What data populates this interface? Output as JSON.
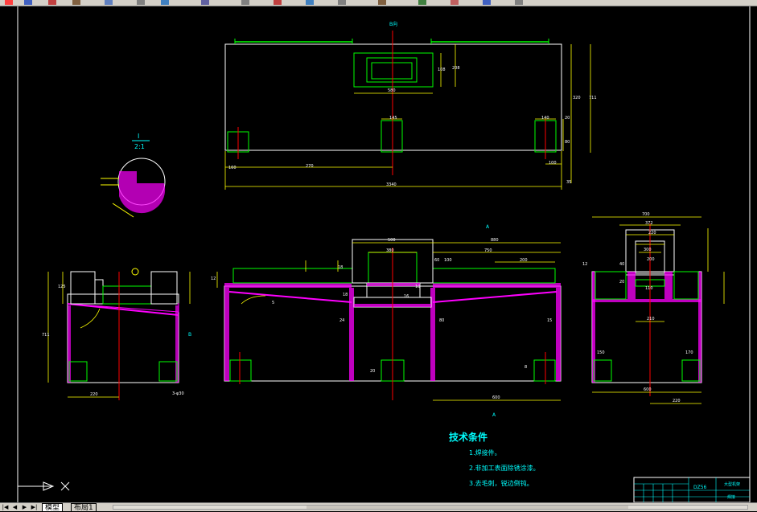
{
  "colors": {
    "background": "#000000",
    "outline": "#ffffff",
    "dimension": "#ffff00",
    "centerline": "#ff0000",
    "feature": "#00ff00",
    "hatch": "#ff00ff",
    "annotation": "#00ffff"
  },
  "views": {
    "top_view_label": "B向",
    "section_view_label": "A",
    "section_view_arrow_label": "A",
    "detail_label": "I",
    "detail_scale": "2:1",
    "left_side_label": "B"
  },
  "dimensions": {
    "top_view": [
      "580",
      "108",
      "208",
      "145",
      "140",
      "20",
      "320",
      "711",
      "80",
      "100",
      "270",
      "3340",
      "35",
      "160"
    ],
    "section_view": [
      "500",
      "380",
      "880",
      "750",
      "200",
      "60",
      "100",
      "12",
      "18",
      "24",
      "10",
      "16",
      "15",
      "80",
      "18",
      "8",
      "20",
      "5",
      "600"
    ],
    "left_view": [
      "125",
      "711",
      "220",
      "3-φ30"
    ],
    "right_view": [
      "700",
      "372",
      "220",
      "300",
      "200",
      "110",
      "210",
      "40",
      "12",
      "20",
      "150",
      "170",
      "600",
      "220"
    ]
  },
  "technical_requirements": {
    "title": "技术条件",
    "items": [
      "1.焊接件。",
      "2.非加工表面除锈涂漆。",
      "3.去毛刺，锐边倒钝。"
    ]
  },
  "title_block": {
    "drawing_number": "DZ56",
    "part_name": "大型机架",
    "material": "焊接"
  },
  "tabs": {
    "items": [
      {
        "label": "模型",
        "active": true
      },
      {
        "label": "布局1",
        "active": false
      }
    ]
  }
}
